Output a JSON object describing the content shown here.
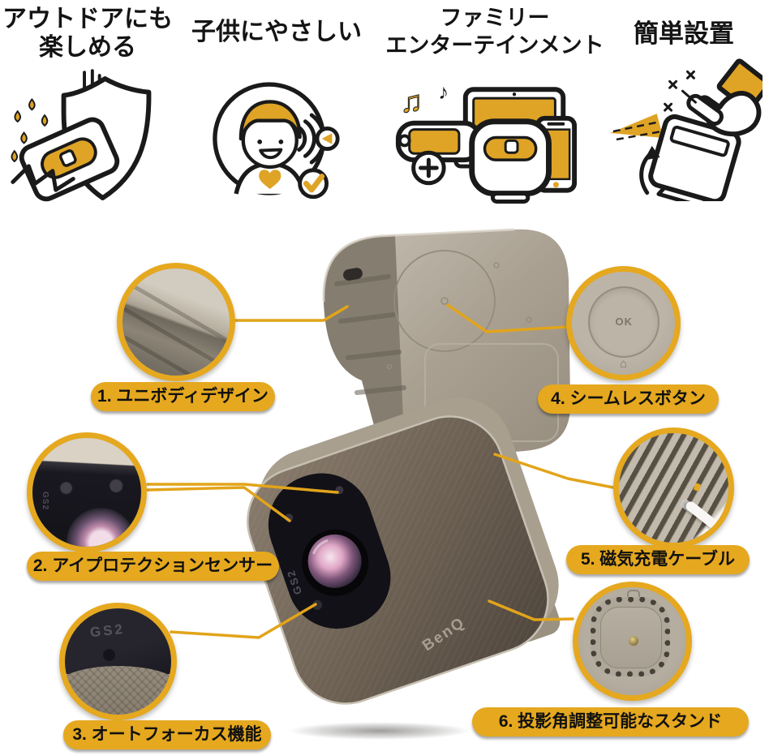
{
  "header_features": [
    {
      "title_line1": "アウトドアにも",
      "title_line2": "楽しめる",
      "icon": "outdoor-durability-icon"
    },
    {
      "title_line1": "子供にやさしい",
      "title_line2": "",
      "icon": "kid-friendly-icon"
    },
    {
      "title_line1": "ファミリー",
      "title_line2": "エンターテインメント",
      "icon": "family-entertainment-icon"
    },
    {
      "title_line1": "簡単設置",
      "title_line2": "",
      "icon": "easy-setup-icon"
    }
  ],
  "callouts": [
    {
      "label": "1. ユニボディデザイン",
      "icon": "unibody-closeup"
    },
    {
      "label": "2. アイプロテクションセンサー",
      "icon": "eye-protection-sensor-closeup"
    },
    {
      "label": "3. オートフォーカス機能",
      "icon": "autofocus-closeup"
    },
    {
      "label": "4. シームレスボタン",
      "icon": "seamless-buttons-closeup"
    },
    {
      "label": "5. 磁気充電ケーブル",
      "icon": "magnetic-charging-cable-closeup"
    },
    {
      "label": "6. 投影角調整可能なスタンド",
      "icon": "adjustable-stand-closeup"
    }
  ],
  "product": {
    "brand": "BenQ",
    "model": "GS2",
    "ok_button_label": "OK"
  },
  "icons": {
    "home_glyph": "⌂",
    "music_note_double": "♫",
    "music_note_single": "♪"
  },
  "colors": {
    "accent": "#E5A81F",
    "icon_accent": "#DFA426",
    "text": "#161616",
    "background": "#FFFFFF",
    "device_taupe": "#A79E90",
    "device_fabric_brown": "#6B5F52",
    "lens_black": "#17151A"
  }
}
